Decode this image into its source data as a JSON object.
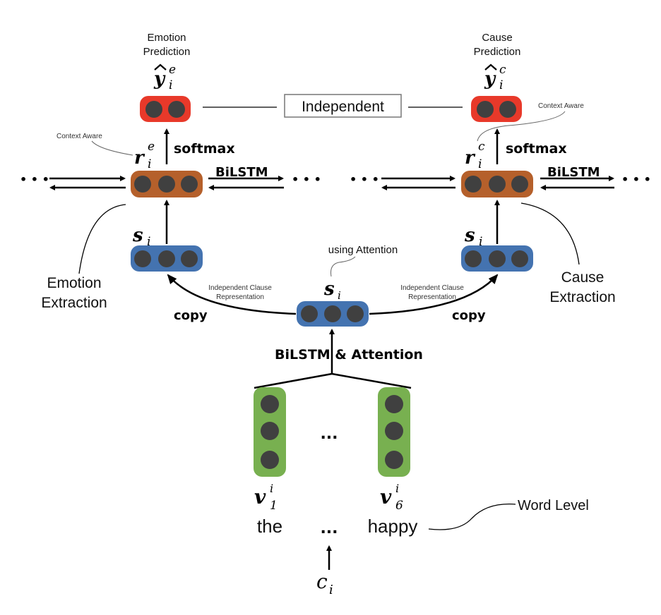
{
  "colors": {
    "prediction": "#e8392a",
    "bilstm_state": "#b5602b",
    "clause": "#4473b0",
    "word": "#78b050",
    "neuron": "#404040"
  },
  "emotion_prediction": {
    "label_line1": "Emotion",
    "label_line2": "Prediction",
    "symbol": "y",
    "sup": "e",
    "sub": "i"
  },
  "cause_prediction": {
    "label_line1": "Cause",
    "label_line2": "Prediction",
    "symbol": "y",
    "sup": "c",
    "sub": "i"
  },
  "independent_label": "Independent",
  "softmax_label": "softmax",
  "bilstm_label": "BiLSTM",
  "ellipsis": "• • •",
  "context_aware": "Context Aware",
  "r_emotion": {
    "symbol": "r",
    "sup": "e",
    "sub": "i"
  },
  "r_cause": {
    "symbol": "r",
    "sup": "c",
    "sub": "i"
  },
  "s": {
    "symbol": "s",
    "sub": "i"
  },
  "emotion_extraction": {
    "line1": "Emotion",
    "line2": "Extraction"
  },
  "cause_extraction": {
    "line1": "Cause",
    "line2": "Extraction"
  },
  "using_attention": "using Attention",
  "icr": {
    "line1": "Independent Clause",
    "line2": "Representation"
  },
  "copy_label": "copy",
  "bilstm_attention": "BiLSTM & Attention",
  "words": [
    {
      "symbol": "v",
      "sup": "i",
      "sub": "1",
      "word": "the"
    },
    {
      "symbol": "v",
      "sup": "i",
      "sub": "6",
      "word": "happy"
    }
  ],
  "word_ellipsis": "...",
  "word_level": "Word Level",
  "clause": {
    "symbol": "c",
    "sub": "i"
  }
}
